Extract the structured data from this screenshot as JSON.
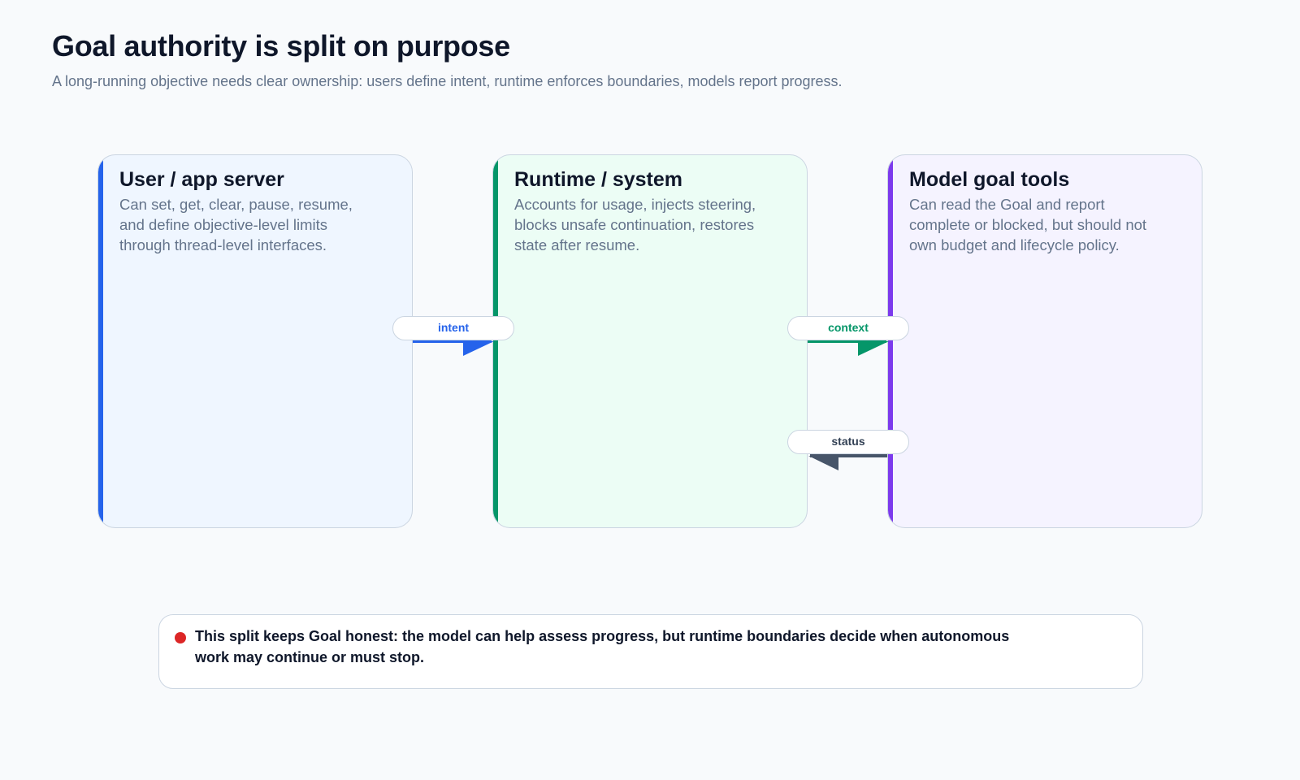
{
  "header": {
    "title": "Goal authority is split on purpose",
    "subtitle": "A long-running objective needs clear ownership: users define intent, runtime enforces boundaries, models report progress."
  },
  "cards": [
    {
      "title": "User / app server",
      "description": "Can set, get, clear, pause, resume, and define objective-level limits through thread-level interfaces.",
      "accent": "#2563eb"
    },
    {
      "title": "Runtime / system",
      "description": "Accounts for usage, injects steering, blocks unsafe continuation, restores state after resume.",
      "accent": "#059669"
    },
    {
      "title": "Model goal tools",
      "description": "Can read the Goal and report complete or blocked, but should not own budget and lifecycle policy.",
      "accent": "#7c3aed"
    }
  ],
  "connectors": {
    "intent": "intent",
    "context": "context",
    "status": "status"
  },
  "note": {
    "text": "This split keeps Goal honest: the model can help assess progress, but runtime boundaries decide when autonomous work may continue or must stop.",
    "dot_color": "#dc2626"
  }
}
